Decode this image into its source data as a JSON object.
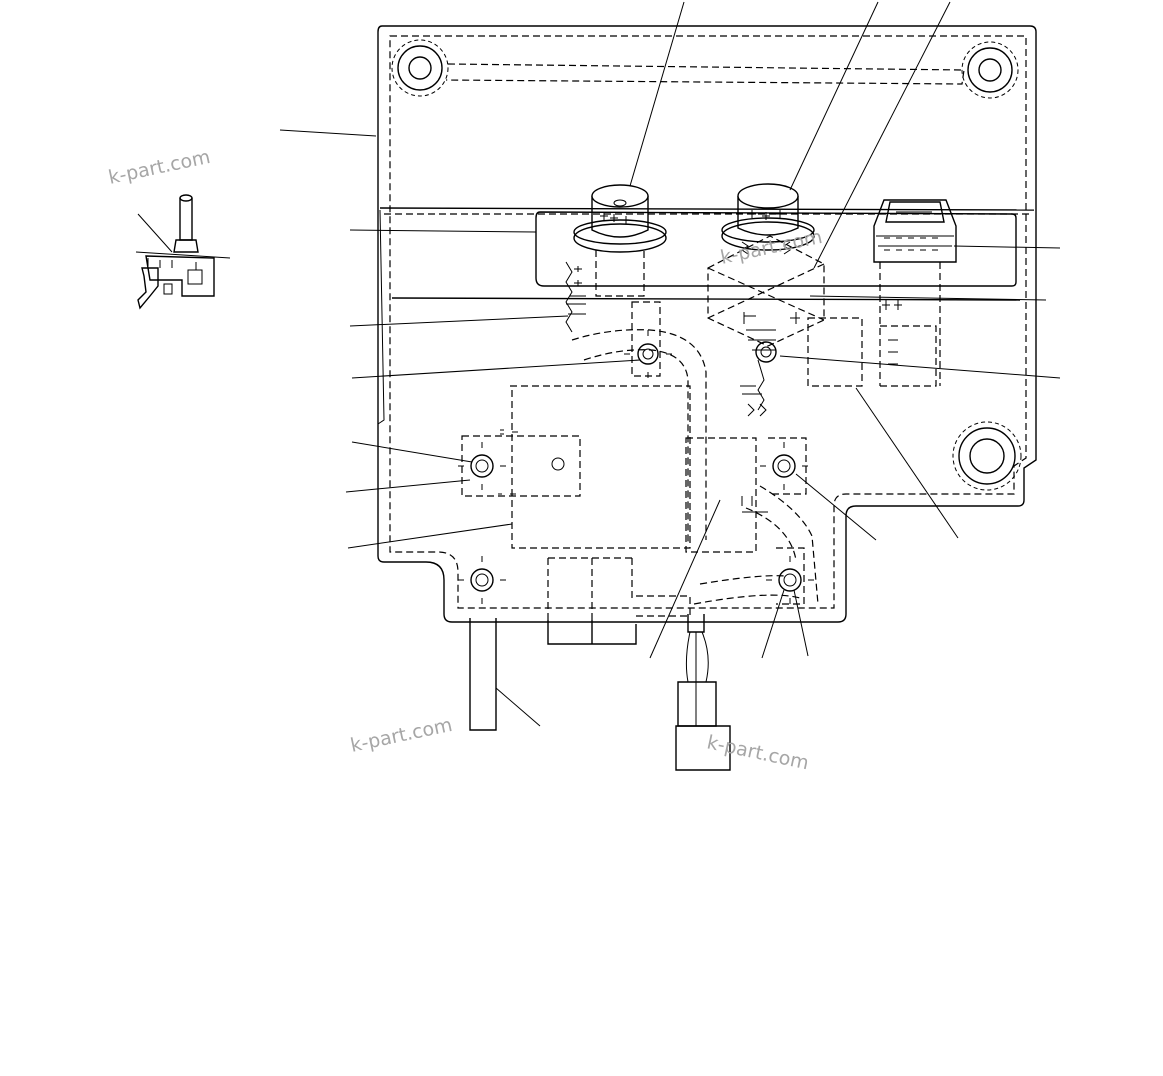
{
  "watermarks": [
    {
      "text": "k-part.com"
    },
    {
      "text": "k-part.com"
    },
    {
      "text": "k-part.com"
    },
    {
      "text": "k-part.com"
    }
  ]
}
